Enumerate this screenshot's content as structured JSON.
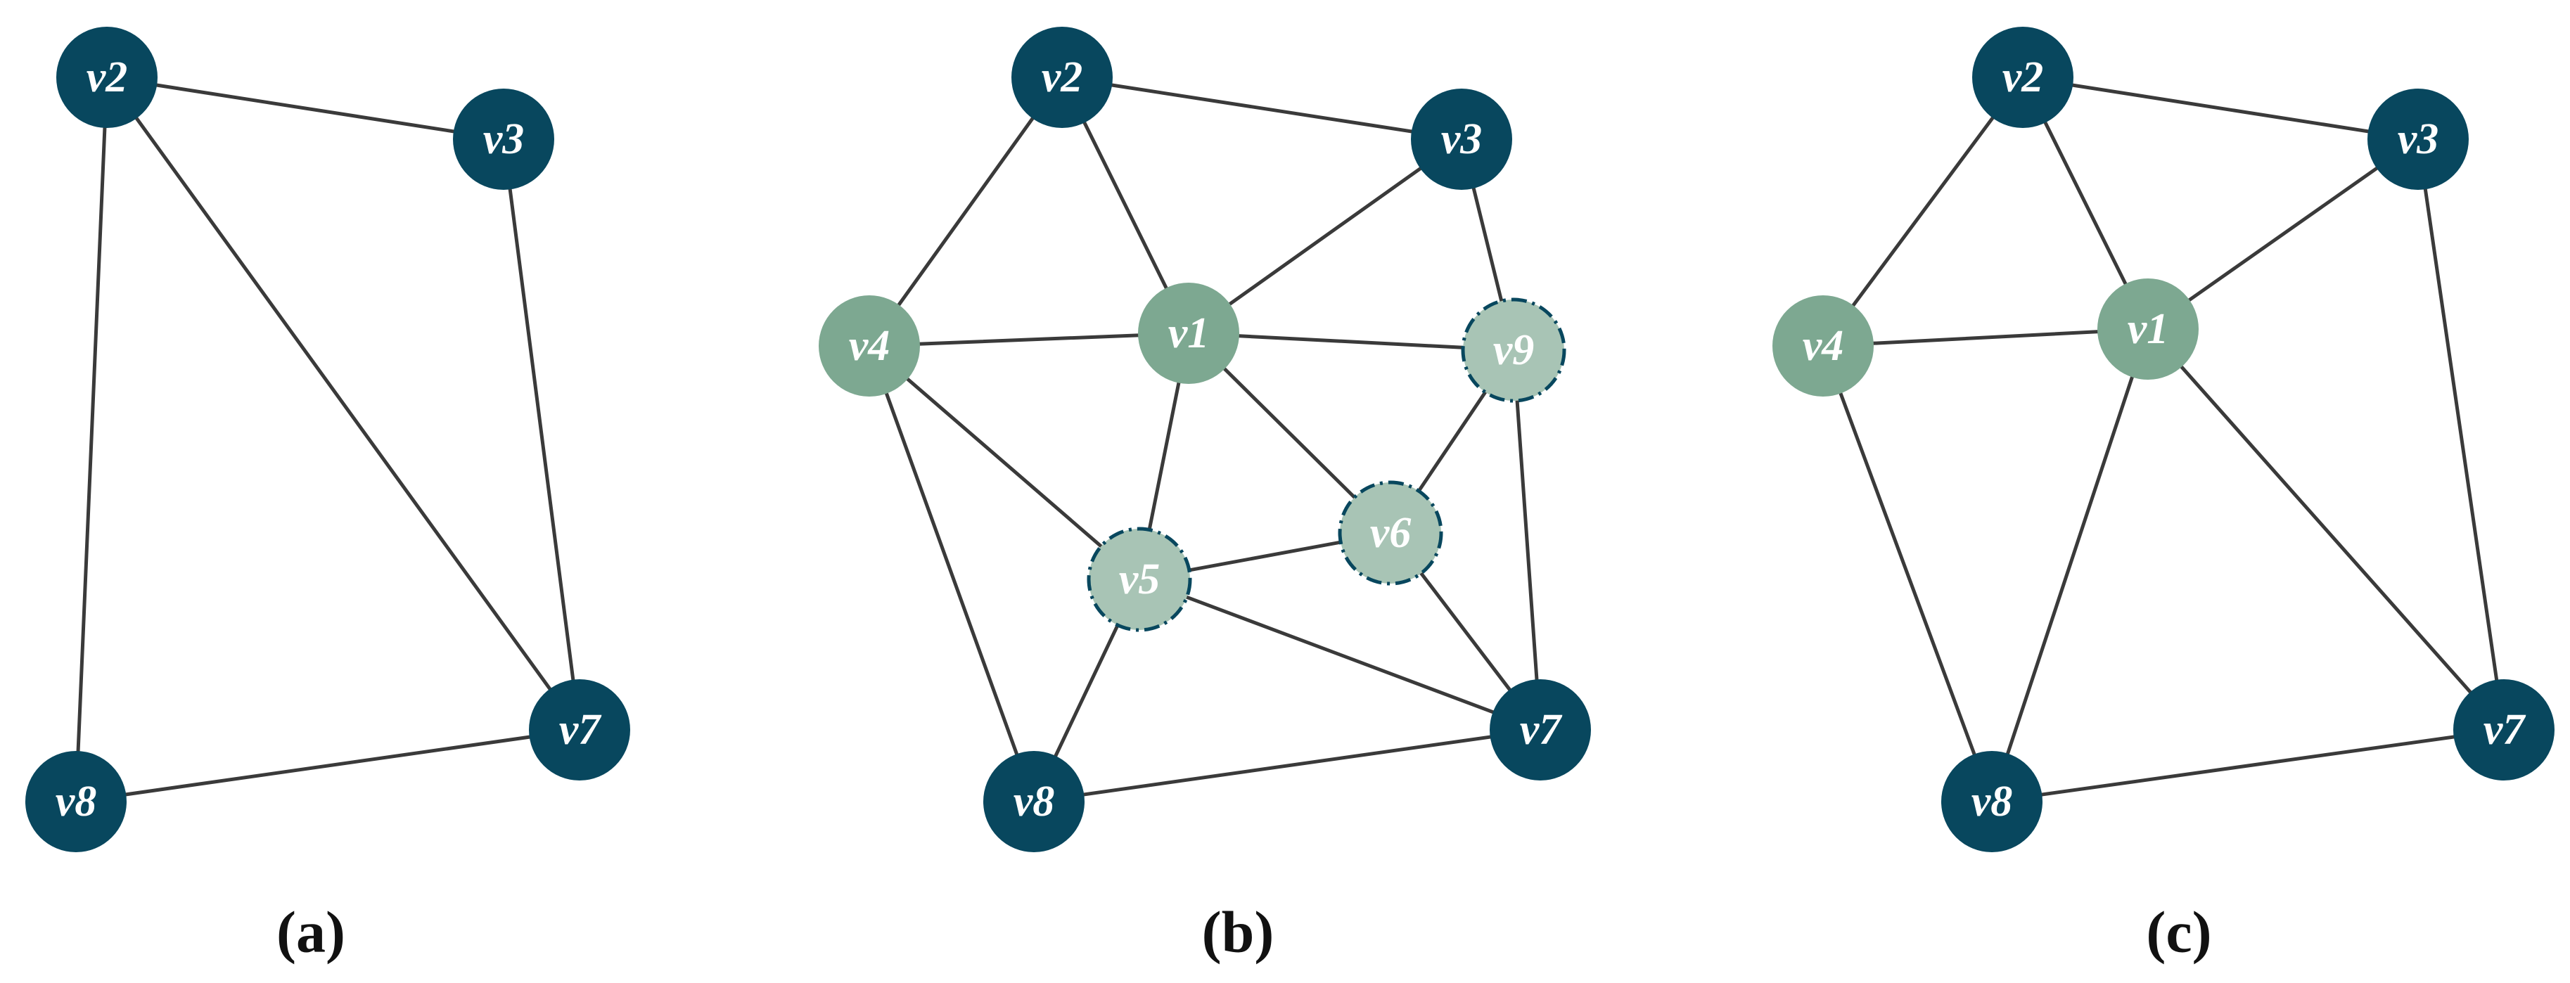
{
  "colors": {
    "dark_node": "#08475e",
    "green_node": "#7da891",
    "light_node": "#a8c4b5",
    "dashed_ring": "#08475e",
    "edge": "#3a3a3a"
  },
  "panels": [
    {
      "id": "a",
      "caption": "(a)",
      "nodes": [
        {
          "id": "v2",
          "label": "v2",
          "style": "dark"
        },
        {
          "id": "v3",
          "label": "v3",
          "style": "dark"
        },
        {
          "id": "v7",
          "label": "v7",
          "style": "dark"
        },
        {
          "id": "v8",
          "label": "v8",
          "style": "dark"
        }
      ],
      "edges": [
        [
          "v2",
          "v3"
        ],
        [
          "v2",
          "v7"
        ],
        [
          "v2",
          "v8"
        ],
        [
          "v3",
          "v7"
        ],
        [
          "v8",
          "v7"
        ]
      ]
    },
    {
      "id": "b",
      "caption": "(b)",
      "nodes": [
        {
          "id": "v2",
          "label": "v2",
          "style": "dark"
        },
        {
          "id": "v3",
          "label": "v3",
          "style": "dark"
        },
        {
          "id": "v4",
          "label": "v4",
          "style": "green"
        },
        {
          "id": "v1",
          "label": "v1",
          "style": "green"
        },
        {
          "id": "v9",
          "label": "v9",
          "style": "dashed"
        },
        {
          "id": "v6",
          "label": "v6",
          "style": "dashed"
        },
        {
          "id": "v5",
          "label": "v5",
          "style": "dashed"
        },
        {
          "id": "v8",
          "label": "v8",
          "style": "dark"
        },
        {
          "id": "v7",
          "label": "v7",
          "style": "dark"
        }
      ],
      "edges": [
        [
          "v2",
          "v3"
        ],
        [
          "v2",
          "v4"
        ],
        [
          "v2",
          "v1"
        ],
        [
          "v3",
          "v1"
        ],
        [
          "v3",
          "v9"
        ],
        [
          "v4",
          "v1"
        ],
        [
          "v4",
          "v5"
        ],
        [
          "v4",
          "v8"
        ],
        [
          "v1",
          "v9"
        ],
        [
          "v1",
          "v5"
        ],
        [
          "v1",
          "v6"
        ],
        [
          "v9",
          "v6"
        ],
        [
          "v9",
          "v7"
        ],
        [
          "v6",
          "v5"
        ],
        [
          "v6",
          "v7"
        ],
        [
          "v5",
          "v8"
        ],
        [
          "v5",
          "v7"
        ],
        [
          "v8",
          "v7"
        ]
      ]
    },
    {
      "id": "c",
      "caption": "(c)",
      "nodes": [
        {
          "id": "v2",
          "label": "v2",
          "style": "dark"
        },
        {
          "id": "v3",
          "label": "v3",
          "style": "dark"
        },
        {
          "id": "v4",
          "label": "v4",
          "style": "green"
        },
        {
          "id": "v1",
          "label": "v1",
          "style": "green"
        },
        {
          "id": "v8",
          "label": "v8",
          "style": "dark"
        },
        {
          "id": "v7",
          "label": "v7",
          "style": "dark"
        }
      ],
      "edges": [
        [
          "v2",
          "v3"
        ],
        [
          "v2",
          "v4"
        ],
        [
          "v2",
          "v1"
        ],
        [
          "v3",
          "v1"
        ],
        [
          "v3",
          "v7"
        ],
        [
          "v4",
          "v1"
        ],
        [
          "v4",
          "v8"
        ],
        [
          "v1",
          "v8"
        ],
        [
          "v1",
          "v7"
        ],
        [
          "v8",
          "v7"
        ]
      ]
    }
  ]
}
